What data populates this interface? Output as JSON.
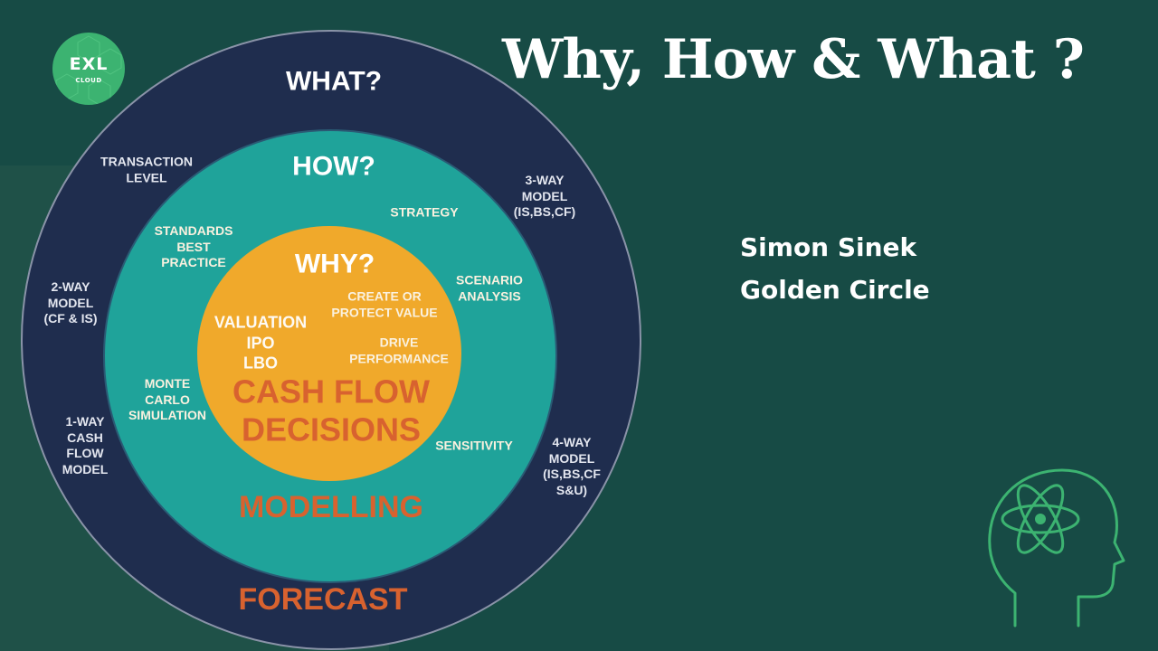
{
  "logo": {
    "main": "EXL",
    "sub": "CLOUD"
  },
  "title": "Why, How & What ?",
  "side_note": {
    "line1": "Simon Sinek",
    "line2": "Golden Circle"
  },
  "outer_ring": {
    "heading": "WHAT?",
    "footer": "FORECAST",
    "items": {
      "transaction": "TRANSACTION\nLEVEL",
      "three_way": "3-WAY\nMODEL\n(IS,BS,CF)",
      "two_way": "2-WAY\nMODEL\n(CF & IS)",
      "one_way": "1-WAY\nCASH\nFLOW\nMODEL",
      "four_way": "4-WAY\nMODEL\n(IS,BS,CF\nS&U)"
    }
  },
  "middle_ring": {
    "heading": "HOW?",
    "footer": "MODELLING",
    "items": {
      "standards": "STANDARDS\nBEST\nPRACTICE",
      "strategy": "STRATEGY",
      "scenario": "SCENARIO\nANALYSIS",
      "monte_carlo": "MONTE\nCARLO\nSIMULATION",
      "sensitivity": "SENSITIVITY"
    }
  },
  "inner_circle": {
    "heading": "WHY?",
    "valuation": "VALUATION\nIPO\nLBO",
    "create_value": "CREATE OR\nPROTECT VALUE",
    "drive_performance": "DRIVE\nPERFORMANCE",
    "core": "CASH FLOW\nDECISIONS"
  },
  "colors": {
    "background": "#174b45",
    "outer_ring": "#1f2d4e",
    "middle_ring": "#1fa39a",
    "inner_circle": "#f0a92b",
    "accent_orange": "#d8622f",
    "icon_green": "#3cb371"
  },
  "icons": {
    "logo": "exl-cloud-logo",
    "head": "head-atom-icon"
  }
}
